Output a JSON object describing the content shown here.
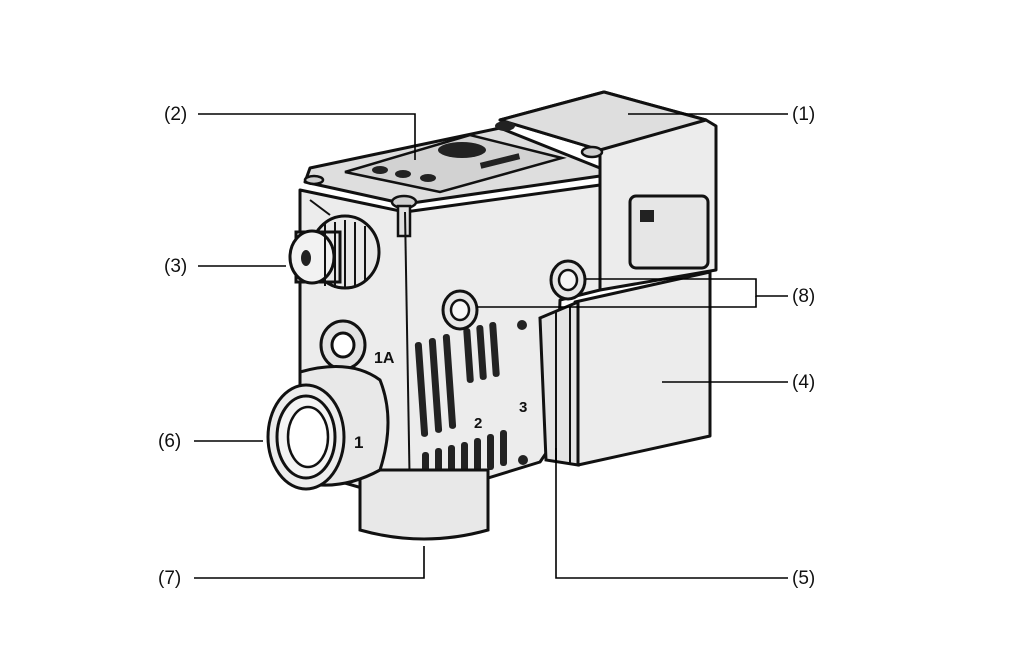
{
  "callouts": {
    "c1": "(1)",
    "c2": "(2)",
    "c3": "(3)",
    "c4": "(4)",
    "c5": "(5)",
    "c6": "(6)",
    "c7": "(7)",
    "c8": "(8)"
  },
  "port_marks": {
    "port_1": "1",
    "port_1a": "1A",
    "port_2": "2",
    "port_3": "3"
  }
}
